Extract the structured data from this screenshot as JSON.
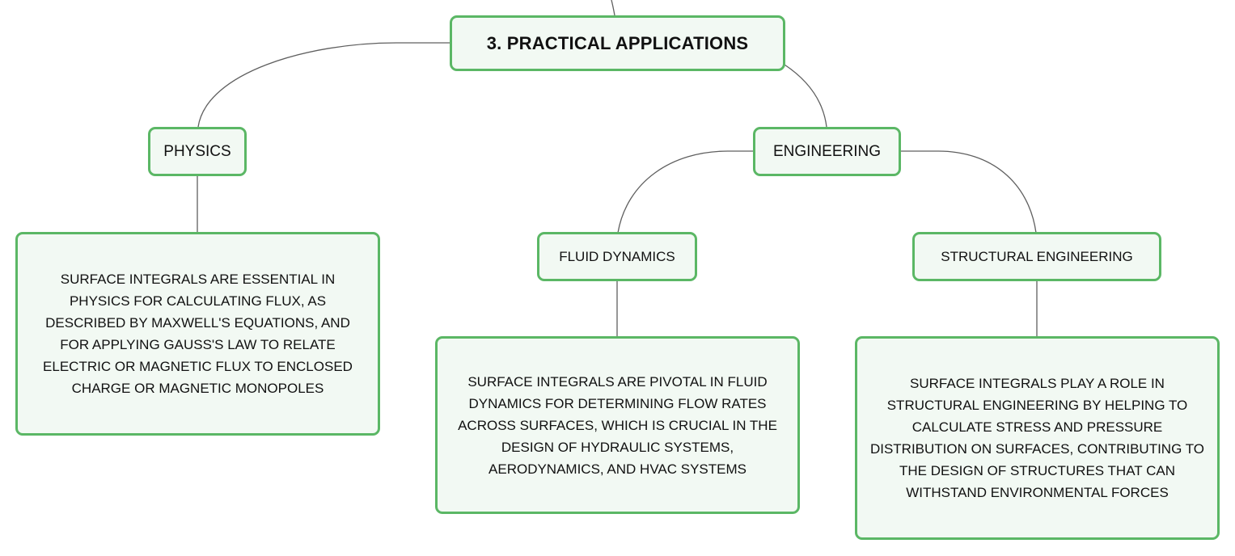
{
  "mindmap": {
    "root": {
      "label": "3. PRACTICAL APPLICATIONS"
    },
    "physics": {
      "label": "PHYSICS",
      "detail": "SURFACE INTEGRALS ARE ESSENTIAL IN PHYSICS FOR CALCULATING FLUX, AS DESCRIBED BY MAXWELL'S EQUATIONS, AND FOR APPLYING GAUSS'S LAW TO RELATE ELECTRIC OR MAGNETIC FLUX TO ENCLOSED CHARGE OR MAGNETIC MONOPOLES"
    },
    "engineering": {
      "label": "ENGINEERING",
      "fluid_dynamics": {
        "label": "FLUID DYNAMICS",
        "detail": "SURFACE INTEGRALS ARE PIVOTAL IN FLUID DYNAMICS FOR DETERMINING FLOW RATES ACROSS SURFACES, WHICH IS CRUCIAL IN THE DESIGN OF HYDRAULIC SYSTEMS, AERODYNAMICS, AND HVAC SYSTEMS"
      },
      "structural_engineering": {
        "label": "STRUCTURAL ENGINEERING",
        "detail": "SURFACE INTEGRALS PLAY A ROLE IN STRUCTURAL ENGINEERING BY HELPING TO CALCULATE STRESS AND PRESSURE DISTRIBUTION ON SURFACES, CONTRIBUTING TO THE DESIGN OF STRUCTURES THAT CAN WITHSTAND ENVIRONMENTAL FORCES"
      }
    }
  },
  "colors": {
    "node_border": "#5bb765",
    "node_fill": "#f2f9f3",
    "connector": "#5f5f5f",
    "text": "#111111"
  }
}
